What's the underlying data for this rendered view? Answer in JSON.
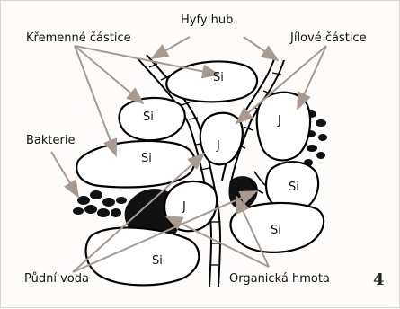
{
  "figure": {
    "number": "4",
    "labels": {
      "quartz": "Křemenné částice",
      "hyphae": "Hyfy hub",
      "clay_particles": "Jílové částice",
      "bacteria": "Bakterie",
      "soil_water": "Půdní voda",
      "organic_matter": "Organická hmota"
    },
    "particle_label_si": "Si",
    "particle_label_j": "J"
  },
  "colors": {
    "arrow": "#a89a90",
    "outline": "#000000",
    "text": "#111111"
  }
}
